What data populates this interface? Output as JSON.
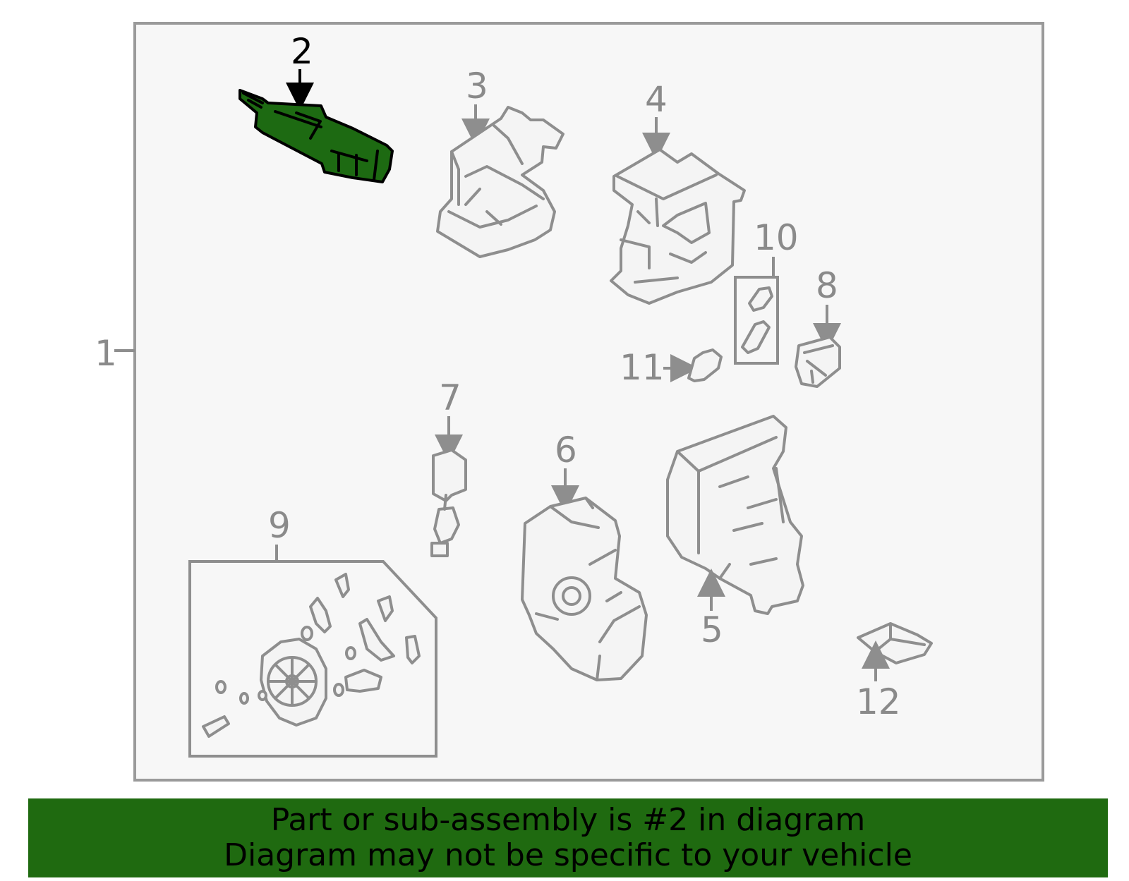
{
  "diagram": {
    "callouts": [
      "1",
      "2",
      "3",
      "4",
      "5",
      "6",
      "7",
      "8",
      "9",
      "10",
      "11",
      "12"
    ],
    "highlighted_part": "2"
  },
  "colors": {
    "background": "#f7f7f7",
    "frame": "#9a9a9a",
    "part_stroke": "#8e8e8e",
    "highlight_fill": "#1d6a12",
    "banner": "#1f6a10"
  },
  "banner": {
    "line1": "Part or sub-assembly is #2 in diagram",
    "line2": "Diagram may not be specific to your vehicle"
  }
}
